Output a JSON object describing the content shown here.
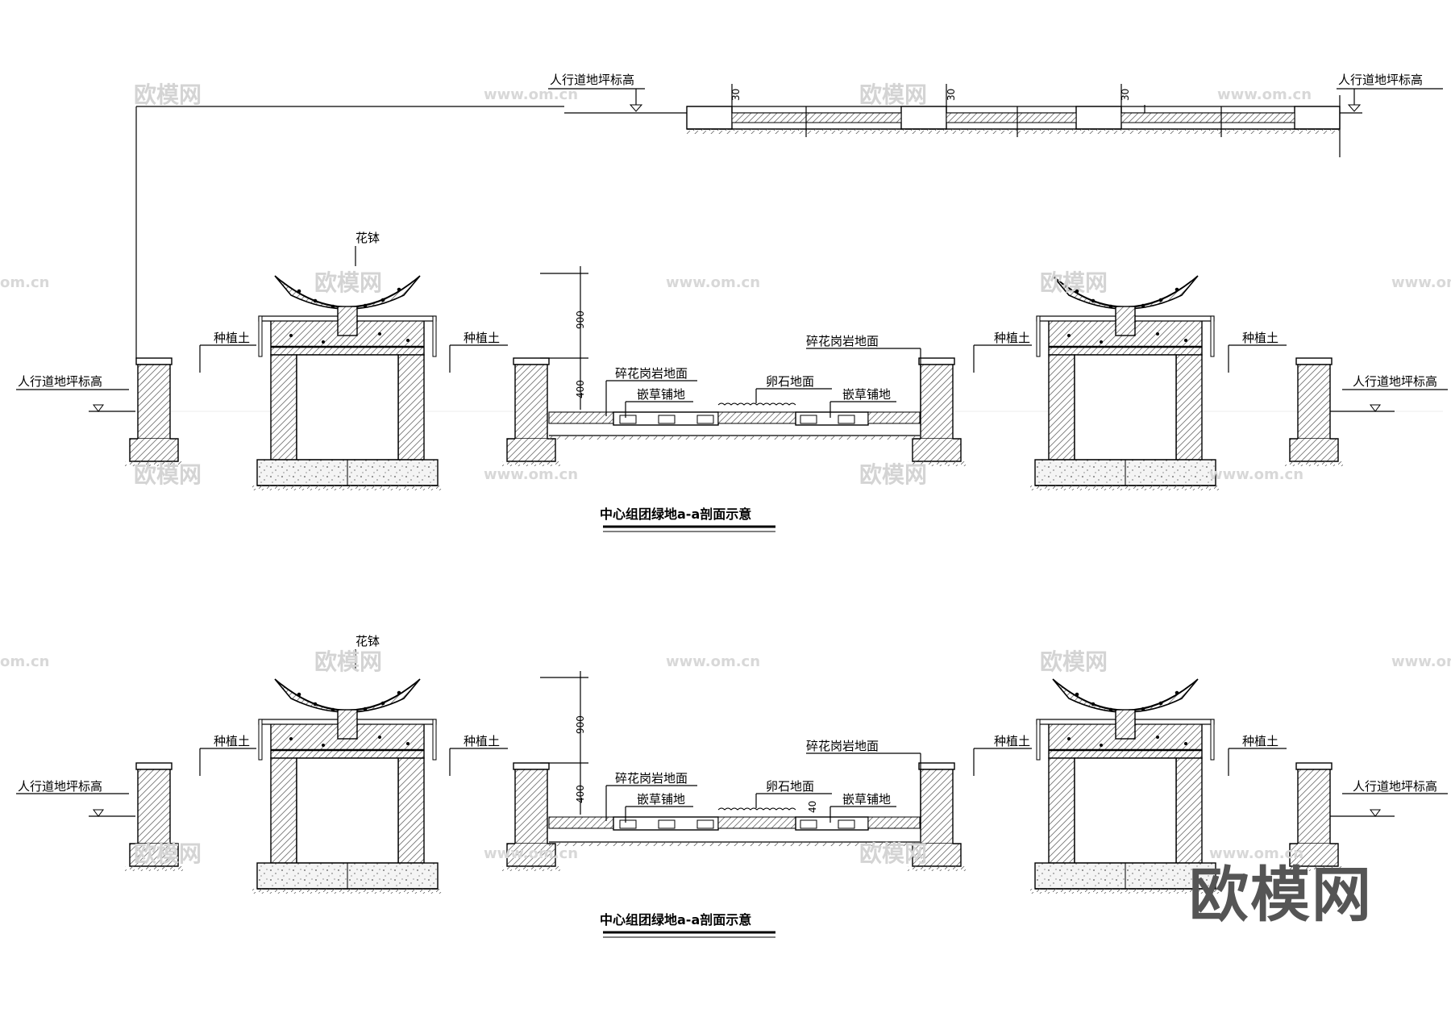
{
  "drawing": {
    "top_profile": {
      "left_label": "人行道地坪标高",
      "right_label": "人行道地坪标高",
      "dim_a": "30",
      "dim_b": "30",
      "dim_c": "30"
    },
    "sections": [
      {
        "title": "中心组团绿地a-a剖面示意",
        "flowerpot": "花钵",
        "soil_left": "种植土",
        "soil_mid": "种植土",
        "soil_right_a": "种植土",
        "soil_right_b": "种植土",
        "walk_left": "人行道地坪标高",
        "walk_right": "人行道地坪标高",
        "granite_left": "碎花岗岩地面",
        "granite_right": "碎花岗岩地面",
        "grass_left": "嵌草铺地",
        "grass_right": "嵌草铺地",
        "pebble": "卵石地面",
        "dim_900": "900",
        "dim_400": "400"
      },
      {
        "title": "中心组团绿地a-a剖面示意",
        "flowerpot": "花钵",
        "soil_left": "种植土",
        "soil_mid": "种植土",
        "soil_right_a": "种植土",
        "soil_right_b": "种植土",
        "walk_left": "人行道地坪标高",
        "walk_right": "人行道地坪标高",
        "granite_left": "碎花岗岩地面",
        "granite_right": "碎花岗岩地面",
        "grass_left": "嵌草铺地",
        "grass_right": "嵌草铺地",
        "pebble": "卵石地面",
        "dim_900": "900",
        "dim_400": "400",
        "dim_40": "40"
      }
    ]
  },
  "watermarks": {
    "logo": "欧模网",
    "url": "www.om.cn",
    "url_short": "om.cn",
    "brand": "欧模网"
  }
}
